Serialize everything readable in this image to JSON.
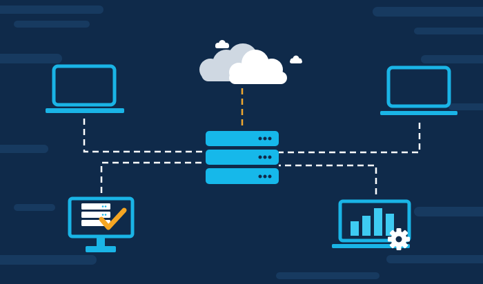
{
  "colors": {
    "background": "#0f2a4a",
    "background_streak": "#173a60",
    "device_blue": "#1ab4e6",
    "server_blue": "#16b8ea",
    "cloud_white": "#ffffff",
    "cloud_grey": "#cfd8e2",
    "connector_white": "#ffffff",
    "connector_orange": "#f0a830",
    "checkmark_orange": "#f5a623",
    "chart_bar": "#3ecbf2",
    "gear_white": "#ffffff"
  },
  "icons": {
    "cloud": "cloud-icon",
    "server": "server-stack-icon",
    "laptop_left": "laptop-icon",
    "laptop_right": "laptop-icon",
    "monitor_check": "monitor-server-check-icon",
    "monitor_chart": "monitor-chart-gear-icon"
  },
  "relationships": [
    {
      "from": "cloud",
      "to": "server",
      "style": "dashed-orange"
    },
    {
      "from": "laptop_left",
      "to": "server",
      "style": "dashed-white"
    },
    {
      "from": "laptop_right",
      "to": "server",
      "style": "dashed-white"
    },
    {
      "from": "monitor_check",
      "to": "server",
      "style": "dashed-white"
    },
    {
      "from": "monitor_chart",
      "to": "server",
      "style": "dashed-white"
    }
  ]
}
